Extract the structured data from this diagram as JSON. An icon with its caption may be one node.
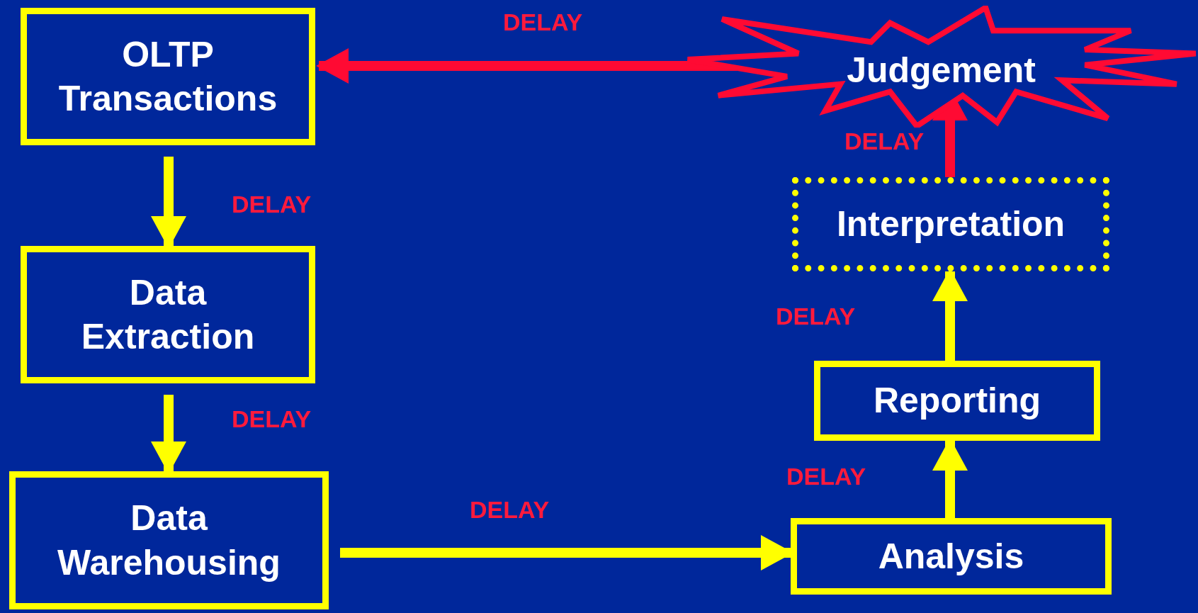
{
  "diagram": {
    "nodes": [
      {
        "text": [
          "OLTP Transactions"
        ]
      },
      {
        "text": [
          "Data Extraction"
        ]
      },
      {
        "text": [
          "Data Warehousing"
        ]
      },
      {
        "text": [
          "Analysis"
        ]
      },
      {
        "text": [
          "Reporting"
        ]
      },
      {
        "text": [
          "Interpretation"
        ]
      },
      {
        "text": [
          "Judgement"
        ]
      }
    ],
    "edges": [
      {
        "from": 0,
        "to": 1,
        "arrow": "to",
        "label": "DELAY"
      },
      {
        "from": 1,
        "to": 2,
        "arrow": "to",
        "label": "DELAY"
      },
      {
        "from": 2,
        "to": 3,
        "arrow": "to",
        "label": "DELAY"
      },
      {
        "from": 3,
        "to": 4,
        "arrow": "to",
        "label": "DELAY"
      },
      {
        "from": 4,
        "to": 5,
        "arrow": "to",
        "label": "DELAY"
      },
      {
        "from": 5,
        "to": 6,
        "arrow": "to",
        "label": "DELAY",
        "color": "#ff0a33"
      },
      {
        "from": 6,
        "to": 0,
        "arrow": "to",
        "label": "DELAY",
        "color": "#ff0a33"
      }
    ]
  }
}
